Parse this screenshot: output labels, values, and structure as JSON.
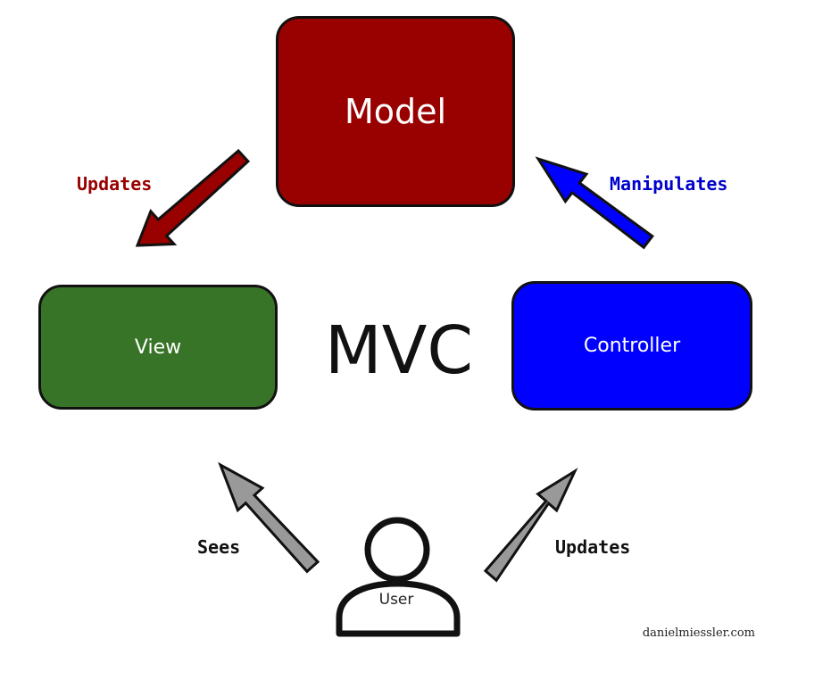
{
  "colors": {
    "model": "#990000",
    "view": "#387428",
    "controller": "#0000ff",
    "updates_label": "#990000",
    "manipulates_label": "#0000cc",
    "user_arrows": "#999999",
    "outline": "#111111"
  },
  "nodes": {
    "model": "Model",
    "view": "View",
    "controller": "Controller",
    "user": "User"
  },
  "title": "MVC",
  "edges": {
    "model_to_view": "Updates",
    "controller_to_model": "Manipulates",
    "user_to_view": "Sees",
    "user_to_controller": "Updates"
  },
  "credit": "danielmiessler.com",
  "icons": {
    "user": "person-icon"
  }
}
